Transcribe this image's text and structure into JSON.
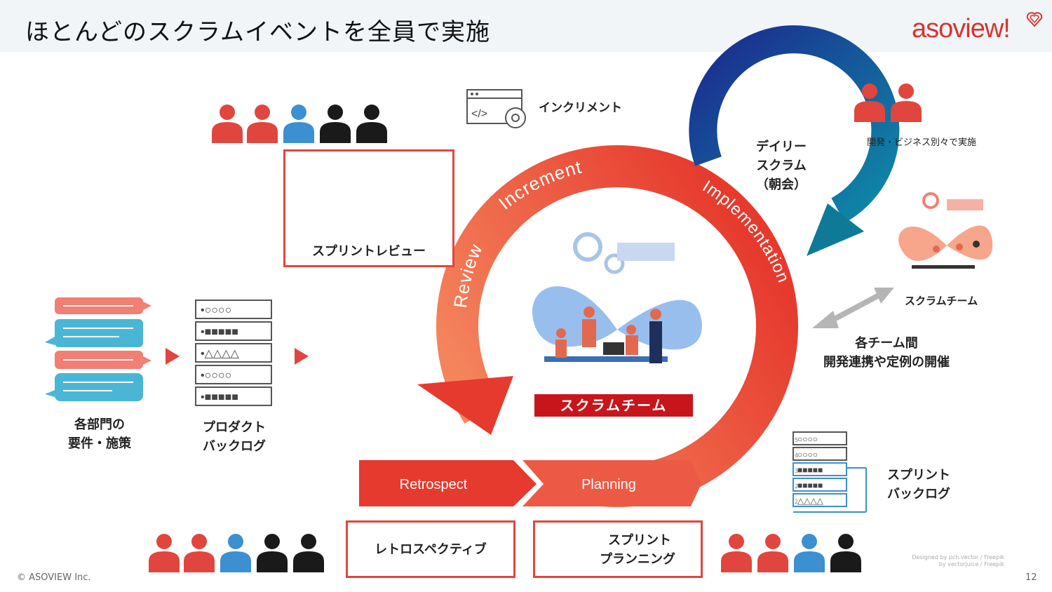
{
  "header": {
    "title": "ほとんどのスクラムイベントを全員で実施",
    "logo": "asoview!"
  },
  "cycle": {
    "labels": {
      "increment": "Increment",
      "implementation": "Implementation",
      "review": "Review"
    },
    "daily_arc_label": "Daily Scrum",
    "stages": {
      "retrospect": "Retrospect",
      "planning": "Planning"
    }
  },
  "center": {
    "banner": "スクラムチーム"
  },
  "increment_note": "インクリメント",
  "sprint_review": {
    "label": "スプリントレビュー"
  },
  "daily": {
    "line1": "デイリー",
    "line2": "スクラム",
    "line3": "（朝会）",
    "note": "開発・ビジネス別々で実施"
  },
  "right_team": {
    "label": "スクラムチーム"
  },
  "inter_team": {
    "line1": "各チーム間",
    "line2": "開発連携や定例の開催"
  },
  "left": {
    "dept": {
      "line1": "各部門の",
      "line2": "要件・施策"
    },
    "backlog": {
      "line1": "プロダクト",
      "line2": "バックログ"
    }
  },
  "sprint_backlog": {
    "line1": "スプリント",
    "line2": "バックログ",
    "row_numbers": [
      "5",
      "4",
      "3",
      "2",
      "2"
    ]
  },
  "retrospective_box": {
    "label": "レトロスペクティブ"
  },
  "planning_box": {
    "line1": "スプリント",
    "line2": "プランニング"
  },
  "credit": {
    "line1": "Designed by pch.vector / Freepik",
    "line2": "by vectorjuice / Freepik"
  },
  "footer": {
    "copyright": "© ASOVIEW Inc.",
    "page": "12"
  },
  "colors": {
    "accent": "#e0463e",
    "dark_red": "#c8151c",
    "navy": "#1e2a8c",
    "teal": "#0f7a9a",
    "blue_person": "#3c8fd1",
    "black_person": "#1a1a1a"
  }
}
